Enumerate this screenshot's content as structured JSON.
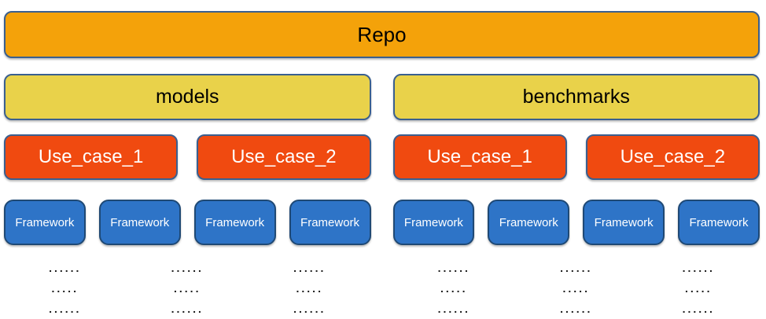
{
  "colors": {
    "repo_fill": "#F4A20A",
    "group_fill": "#E9D24A",
    "usecase_fill": "#F04A10",
    "framework_fill": "#2E74C7",
    "border_warm": "#3A5F8F",
    "border_blue": "#1F4975",
    "text_dark": "#000000",
    "text_light": "#FFFFFF"
  },
  "diagram": {
    "root": {
      "label": "Repo"
    },
    "branches": [
      {
        "label": "models",
        "use_cases": [
          {
            "label": "Use_case_1"
          },
          {
            "label": "Use_case_2"
          }
        ],
        "frameworks": [
          "Framework",
          "Framework",
          "Framework",
          "Framework"
        ],
        "ellipsis_columns": [
          {
            "lines": [
              "......",
              ".....",
              "......"
            ]
          },
          {
            "lines": [
              "......",
              ".....",
              "......"
            ]
          },
          {
            "lines": [
              "......",
              ".....",
              "......"
            ]
          }
        ]
      },
      {
        "label": "benchmarks",
        "use_cases": [
          {
            "label": "Use_case_1"
          },
          {
            "label": "Use_case_2"
          }
        ],
        "frameworks": [
          "Framework",
          "Framework",
          "Framework",
          "Framework"
        ],
        "ellipsis_columns": [
          {
            "lines": [
              "......",
              ".....",
              "......"
            ]
          },
          {
            "lines": [
              "......",
              ".....",
              "......"
            ]
          },
          {
            "lines": [
              "......",
              ".....",
              "......"
            ]
          }
        ]
      }
    ]
  }
}
